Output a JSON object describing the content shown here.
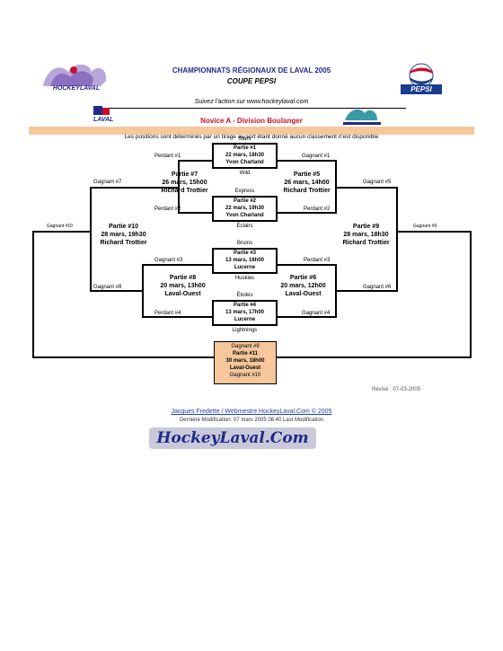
{
  "header": {
    "title": "CHAMPIONNATS RÉGIONAUX DE LAVAL 2005",
    "subtitle": "COUPE PEPSI",
    "left_logo_text": "HOCKEYLAVAL",
    "right_logo_text": "PEPSI",
    "follow_text": "Suivez l'action sur www.hockeylaval.com",
    "laval_logo_text": "LAVAL",
    "division": "Novice A - Division Boulanger",
    "notice": "Les positions sont déterminés par un tirage au sort étant donné aucun classement n'est disponible"
  },
  "teams": {
    "stars": "Stars",
    "wild": "Wild",
    "express": "Express",
    "eclairs": "Éclairs",
    "bruins": "Bruins",
    "huskies": "Huskies",
    "etoiles": "Étoiles",
    "lightnings": "Lightnings"
  },
  "games": {
    "g1": {
      "title": "Partie #1",
      "date": "22 mars, 18h30",
      "venue": "Yvon Chartand"
    },
    "g2": {
      "title": "Partie #2",
      "date": "22 mars, 19h30",
      "venue": "Yvon Chartand"
    },
    "g3": {
      "title": "Partie #3",
      "date": "13 mars, 16h00",
      "venue": "Lucerne"
    },
    "g4": {
      "title": "Partie #4",
      "date": "13 mars, 17h00",
      "venue": "Lucerne"
    },
    "g5": {
      "title": "Partie #5",
      "date": "26 mars, 14h00",
      "venue": "Richard Trottier"
    },
    "g6": {
      "title": "Partie #6",
      "date": "20 mars, 12h00",
      "venue": "Laval-Ouest"
    },
    "g7": {
      "title": "Partie #7",
      "date": "26 mars, 15h00",
      "venue": "Richard Trottier"
    },
    "g8": {
      "title": "Partie #8",
      "date": "20 mars, 13h00",
      "venue": "Laval-Ouest"
    },
    "g9": {
      "title": "Partie #9",
      "date": "28 mars, 18h30",
      "venue": "Richard Trottier"
    },
    "g10": {
      "title": "Partie #10",
      "date": "28 mars, 19h30",
      "venue": "Richard Trottier"
    },
    "g11": {
      "title": "Partie #11",
      "date": "30 mars, 18h00",
      "venue": "Laval-Ouest",
      "top": "Gagnant #9",
      "bottom": "Gagnant #10"
    }
  },
  "labels": {
    "perdant1": "Perdant #1",
    "gagnant1": "Gagnant #1",
    "perdant2": "Perdant #2",
    "perdant3": "Perdant #3",
    "gagnant3": "Gagnant #3",
    "perdant4": "Perdant #4",
    "gagnant4": "Gagnant #4",
    "gagnant5": "Gagnant #5",
    "gagnant6": "Gagnant #6",
    "gagnant7": "Gagnant #7",
    "gagnant8": "Gagnant #8",
    "gagnant9": "Gagnant #9",
    "gagnant10": "Gagnant #10"
  },
  "footer": {
    "revised": "Révisé : 07-03-2005",
    "credit": "Jacques Fredette / Webmestre HockeyLaval.Com © 2005",
    "modified": "Dernière Modification: 07 mars 2005 08:40 Last Modification",
    "brand": "HockeyLaval.Com"
  },
  "colors": {
    "title": "#1f2a8a",
    "division": "#c8102e",
    "notice_band": "#f6c79b",
    "final_box": "#f6c79b"
  }
}
